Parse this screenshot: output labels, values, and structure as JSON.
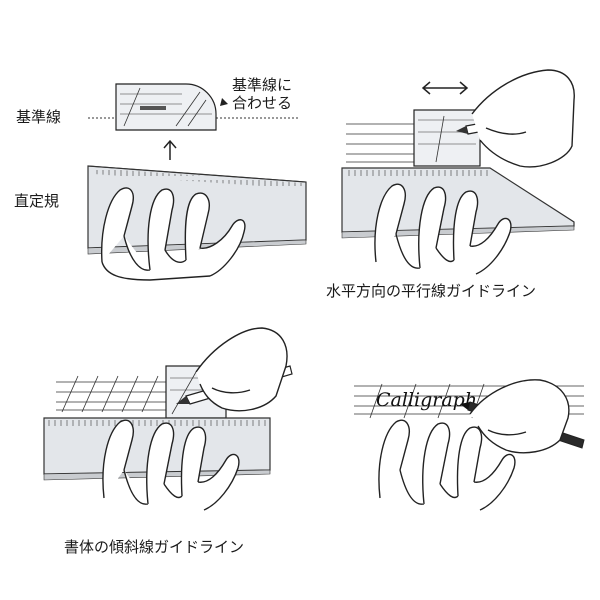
{
  "labels": {
    "baseline": "基準線",
    "align_line1": "基準線に",
    "align_line2": "合わせる",
    "straight_ruler": "直定規",
    "caption_horizontal": "水平方向の平行線ガイドライン",
    "caption_slanted": "書体の傾斜線ガイドライン",
    "calligraphy_word": "Calligraph"
  },
  "colors": {
    "ink": "#1a1a1a",
    "ruler_fill": "#e3e6ea",
    "ruler_shadow": "#c9ccd0",
    "hand_fill": "#ffffff",
    "hand_shadow": "#cfd2d6"
  }
}
